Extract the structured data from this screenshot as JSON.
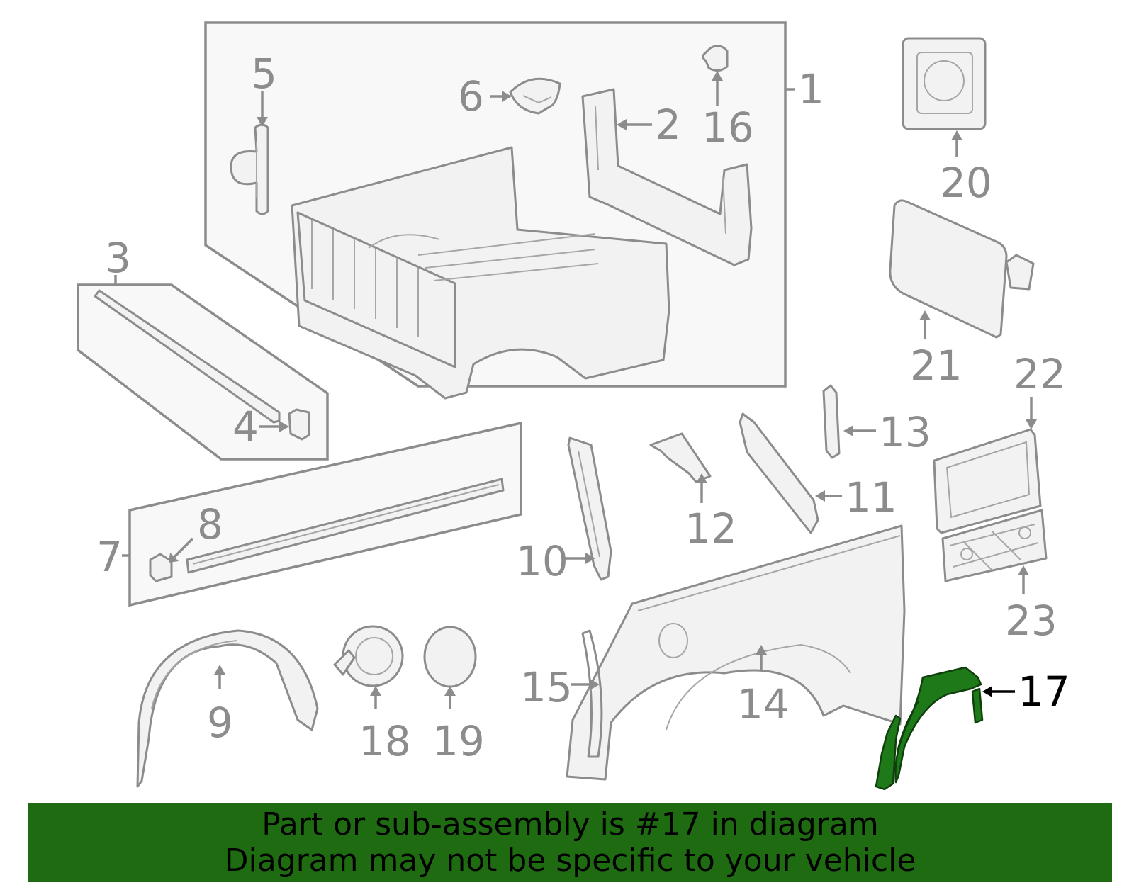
{
  "diagram": {
    "callouts": [
      {
        "id": "1",
        "label": "1"
      },
      {
        "id": "2",
        "label": "2"
      },
      {
        "id": "3",
        "label": "3"
      },
      {
        "id": "4",
        "label": "4"
      },
      {
        "id": "5",
        "label": "5"
      },
      {
        "id": "6",
        "label": "6"
      },
      {
        "id": "7",
        "label": "7"
      },
      {
        "id": "8",
        "label": "8"
      },
      {
        "id": "9",
        "label": "9"
      },
      {
        "id": "10",
        "label": "10"
      },
      {
        "id": "11",
        "label": "11"
      },
      {
        "id": "12",
        "label": "12"
      },
      {
        "id": "13",
        "label": "13"
      },
      {
        "id": "14",
        "label": "14"
      },
      {
        "id": "15",
        "label": "15"
      },
      {
        "id": "16",
        "label": "16"
      },
      {
        "id": "17",
        "label": "17"
      },
      {
        "id": "18",
        "label": "18"
      },
      {
        "id": "19",
        "label": "19"
      },
      {
        "id": "20",
        "label": "20"
      },
      {
        "id": "21",
        "label": "21"
      },
      {
        "id": "22",
        "label": "22"
      },
      {
        "id": "23",
        "label": "23"
      }
    ],
    "highlighted_part": "17",
    "colors": {
      "line": "#8c8c8c",
      "highlight_fill": "#1e7a18",
      "highlight_label": "#000000",
      "banner": "#1e6b12"
    }
  },
  "banner": {
    "line1": "Part or sub-assembly is #17 in diagram",
    "line2": "Diagram may not be specific to your vehicle"
  }
}
